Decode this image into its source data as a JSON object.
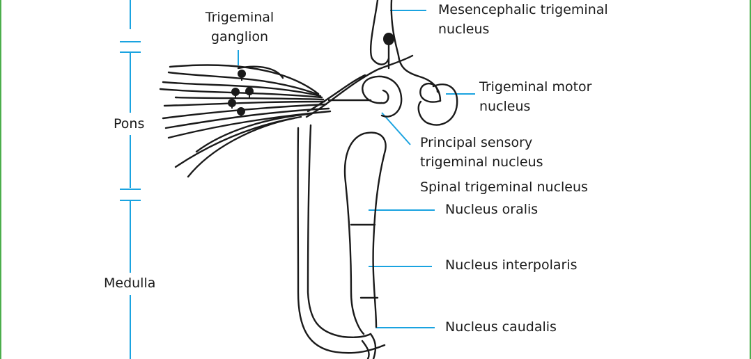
{
  "labels": {
    "trigeminal_ganglion": [
      "Trigeminal",
      "ganglion"
    ],
    "mesencephalic_nucleus": [
      "Mesencephalic trigeminal",
      "nucleus"
    ],
    "motor_nucleus": [
      "Trigeminal motor",
      "nucleus"
    ],
    "principal_sensory_nucleus": [
      "Principal sensory",
      "trigeminal nucleus"
    ],
    "spinal_nucleus": "Spinal trigeminal nucleus",
    "nucleus_oralis": "Nucleus oralis",
    "nucleus_interpolaris": "Nucleus interpolaris",
    "nucleus_caudalis": "Nucleus caudalis",
    "pons": "Pons",
    "medulla": "Medulla"
  },
  "colors": {
    "leader_line": "#1aa3e0",
    "drawing": "#1a1a1a",
    "frame": "#4cae4c"
  }
}
